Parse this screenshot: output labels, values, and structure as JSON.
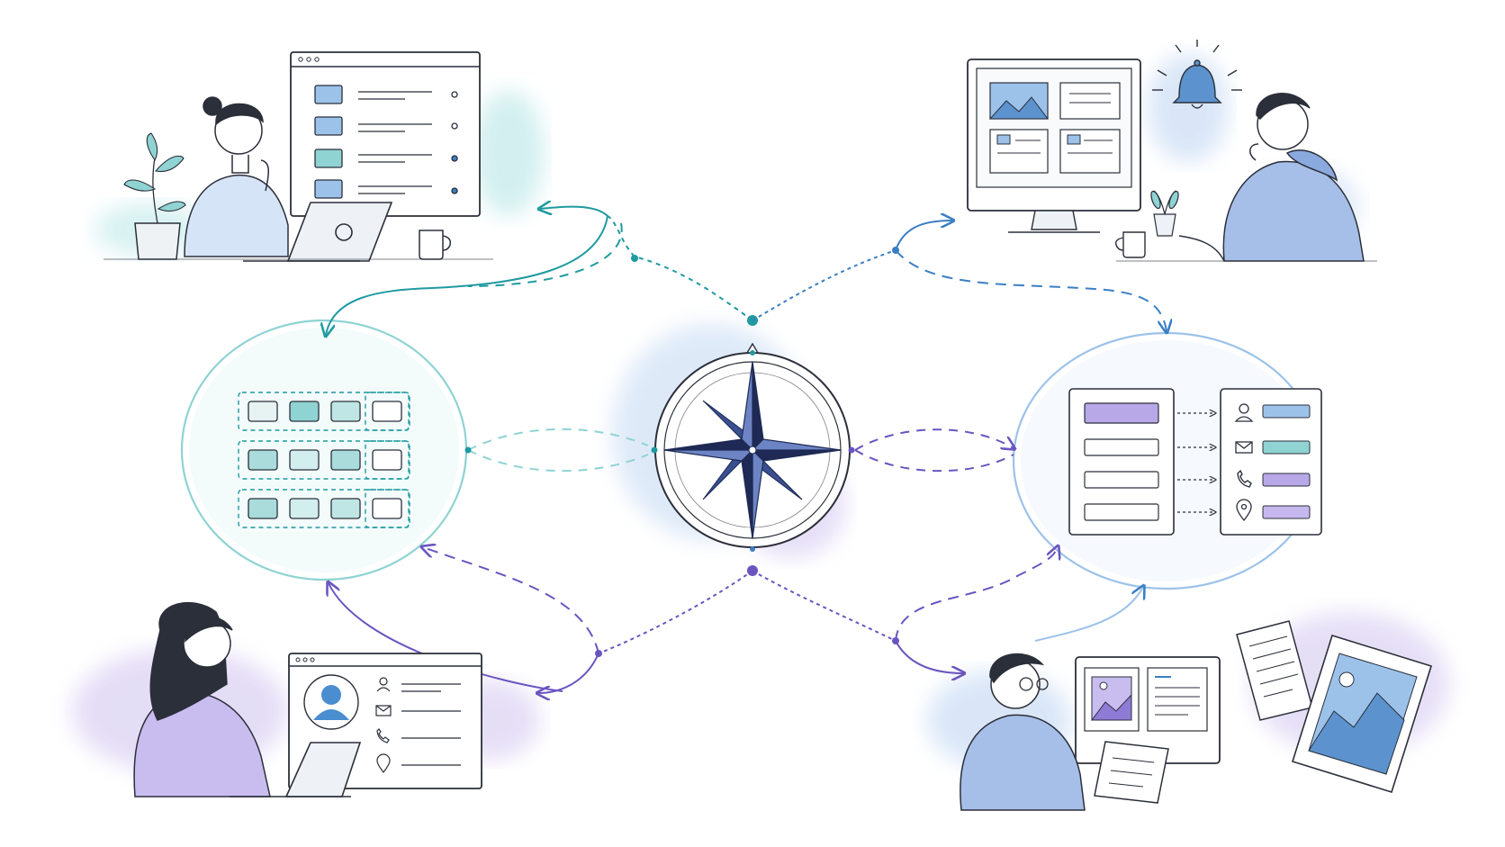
{
  "colors": {
    "ink": "#2b2f3a",
    "teal": "#1f9aa0",
    "teal_light": "#8fd3d3",
    "blue": "#3b7fc4",
    "blue_light": "#9cc2ea",
    "purple": "#6a55c0",
    "purple_light": "#b8a8e8",
    "wash_teal": "#cfeeee",
    "wash_blue": "#d6e4f7",
    "wash_purple": "#e3dcf6",
    "navy": "#1e2a55"
  },
  "icons": {
    "hub": "compass-rose-icon",
    "notification": "bell-icon",
    "contact_fields": [
      "person-icon",
      "envelope-icon",
      "phone-icon",
      "location-pin-icon"
    ]
  },
  "scenes": [
    {
      "id": "top-left",
      "description_icon": "person-at-laptop-with-list-screen"
    },
    {
      "id": "top-right",
      "description_icon": "person-at-monitor-with-notification"
    },
    {
      "id": "bottom-left",
      "description_icon": "person-at-laptop-with-profile-card"
    },
    {
      "id": "bottom-right",
      "description_icon": "person-with-tablet-and-documents"
    }
  ]
}
